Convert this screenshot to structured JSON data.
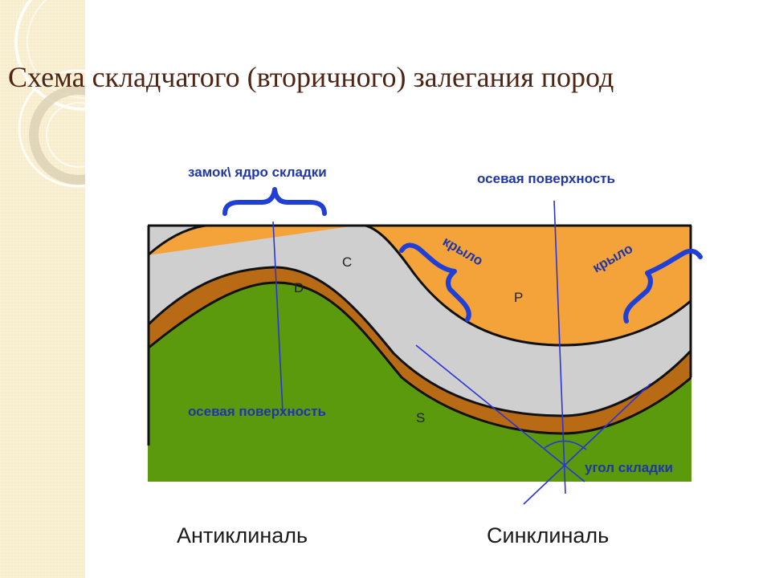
{
  "slide": {
    "title": "Схема складчатого (вторичного) залегания пород"
  },
  "diagram": {
    "labels": {
      "core": "замок\\ ядро складки",
      "axial_surface_top": "осевая поверхность",
      "axial_surface_left": "осевая поверхность",
      "limb_left": "крыло",
      "limb_right": "крыло",
      "fold_angle": "угол складки",
      "layer_c": "C",
      "layer_d": "D",
      "layer_p": "P",
      "layer_s": "S",
      "anticline": "Антиклиналь",
      "syncline": "Синклиналь"
    }
  },
  "colors": {
    "layer_p_orange": "#f4a23a",
    "layer_c_gray": "#cfcfcf",
    "layer_d_brown": "#b86b14",
    "layer_s_green": "#5b9a0c",
    "annotation_blue": "#1f36a8",
    "title_brown": "#4e2414",
    "side_panel": "#f7ecc9"
  }
}
